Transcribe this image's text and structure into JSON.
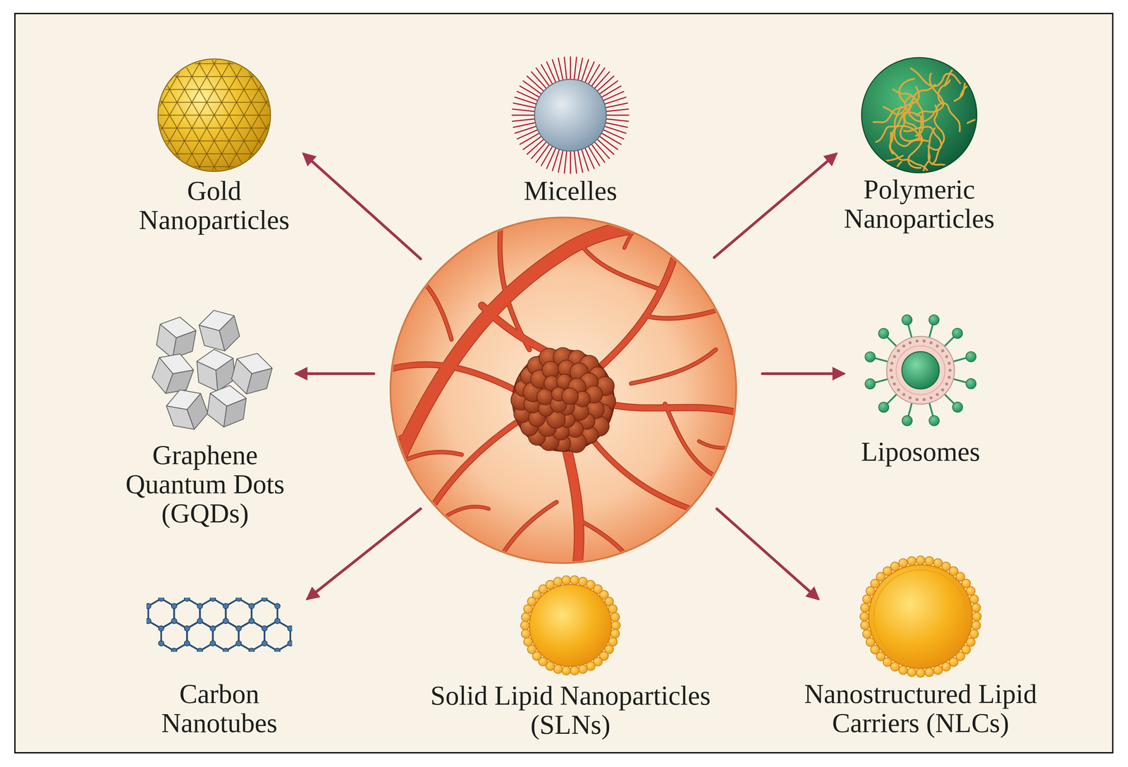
{
  "diagram": {
    "nodes": [
      {
        "text": [
          "Gold Nanoparticles"
        ]
      },
      {
        "text": [
          "Micelles"
        ]
      },
      {
        "text": [
          "Polymeric Nanoparticles"
        ]
      },
      {
        "text": [
          "Graphene Quantum Dots (GQDs)"
        ]
      },
      {
        "text": [
          "Liposomes"
        ]
      },
      {
        "text": [
          "Carbon Nanotubes"
        ]
      },
      {
        "text": [
          "Solid Lipid Nanoparticles (SLNs)"
        ]
      },
      {
        "text": [
          "Nanostructured Lipid Carriers (NLCs)"
        ]
      }
    ]
  }
}
